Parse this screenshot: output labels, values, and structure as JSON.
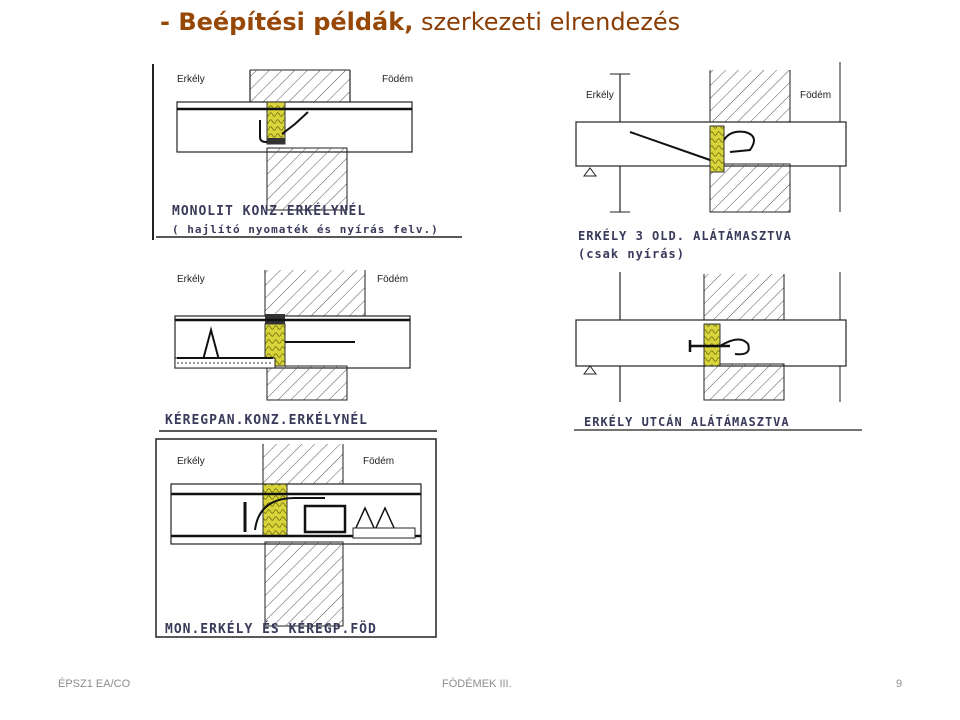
{
  "title": {
    "bold_part": "- Beépítési példák,",
    "rest": " szerkezeti elrendezés",
    "bold_color": "#984806",
    "rest_color": "#8a3e06"
  },
  "panels": {
    "p1": {
      "left_label": "Erkély",
      "right_label": "Födém",
      "caption_line1": "MONOLIT KONZ.ERKÉLYNÉL",
      "caption_line2": "( hajlító nyomaték és nyírás felv.)"
    },
    "p2": {
      "left_label": "Erkély",
      "right_label": "Födém",
      "caption_line1": "KÉREGPAN.KONZ.ERKÉLYNÉL"
    },
    "p3": {
      "left_label": "Erkély",
      "right_label": "Födém",
      "caption_line1": "MON.ERKÉLY ÉS KÉREGP.FÖD"
    },
    "p4": {
      "left_label": "Erkély",
      "right_label": "Födém",
      "caption_line1": "ERKÉLY 3 OLD. ALÁTÁMASZTVA",
      "caption_line2": "(csak nyírás)"
    },
    "p5": {
      "caption_line1": "ERKÉLY UTCÁN ALÁTÁMASZTVA"
    }
  },
  "footer": {
    "left": "ÉPSZ1 EA/CO",
    "center": "FÖDÉMEK III.",
    "page": "9"
  },
  "colors": {
    "insulation": "#d8d43a",
    "line": "#2a2a2a",
    "hatch": "#555555"
  }
}
